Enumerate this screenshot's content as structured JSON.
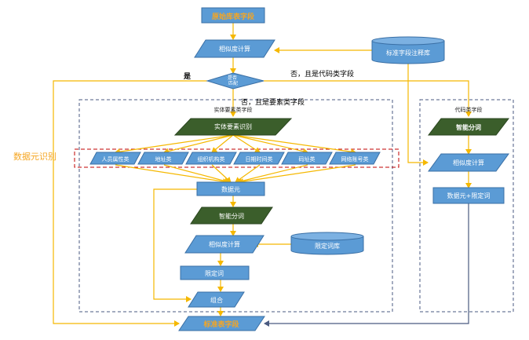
{
  "nodes": {
    "source_field": "原始库表字段",
    "similarity_top": "相似度计算",
    "standard_library": "标准字段注释库",
    "match_decision": "是否\n匹配",
    "entity_group": "实体要素类字段",
    "entity_recognition": "实体要素识别",
    "categories": [
      "人员属性类",
      "地址类",
      "组织机构类",
      "日期时间类",
      "码址类",
      "网络账号类"
    ],
    "data_element": "数据元",
    "smart_segment_left": "智能分词",
    "similarity_left": "相似度计算",
    "qualifier_library": "限定词库",
    "qualifier": "限定词",
    "combine": "组合",
    "standard_field": "标准表字段",
    "code_group": "代码类字段",
    "smart_segment_right": "智能分词",
    "similarity_right": "相似度计算",
    "data_element_qualifier": "数据元+限定词"
  },
  "labels": {
    "yes": "是",
    "no_code": "否，且是代码类字段",
    "no_entity": "否，且是要素类字段",
    "side_title": "数据元识别"
  },
  "colors": {
    "blue_fill": "#5b9bd5",
    "blue_stroke": "#3a6fa5",
    "green_fill": "#3b5e2b",
    "orange_text": "#f5a623",
    "arrow": "#f5b800",
    "dark_line": "#4a5a80",
    "red_dash": "#c00000"
  }
}
